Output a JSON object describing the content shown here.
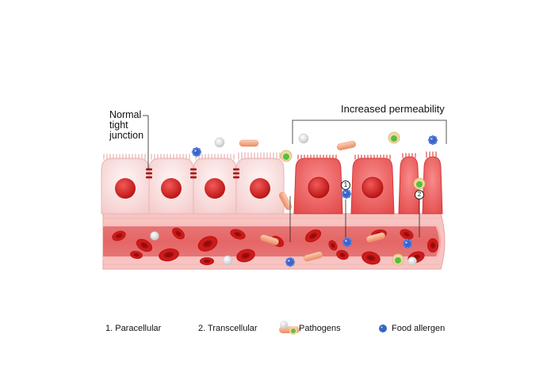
{
  "labels": {
    "normal_tight_junction": [
      "Normal",
      "tight",
      "junction"
    ],
    "increased_permeability": "Increased permeability",
    "route_1": "1",
    "route_2": "2"
  },
  "legend": {
    "paracellular": "1. Paracellular",
    "transcellular": "2. Transcellular",
    "pathogens": "Pathogens",
    "food_allergen": "Food allergen"
  },
  "colors": {
    "normal_cell": "#f9dada",
    "inflamed_cell": "#ef5959",
    "nucleus": "#d81f1f",
    "blood_vessel": "#f6b9b6",
    "vessel_lumen": "#d93636",
    "red_blood_cell": "#c81717",
    "pathogen_rod": "#f6a27e",
    "allergen": "#3a63c8",
    "junction": "#a81616"
  }
}
